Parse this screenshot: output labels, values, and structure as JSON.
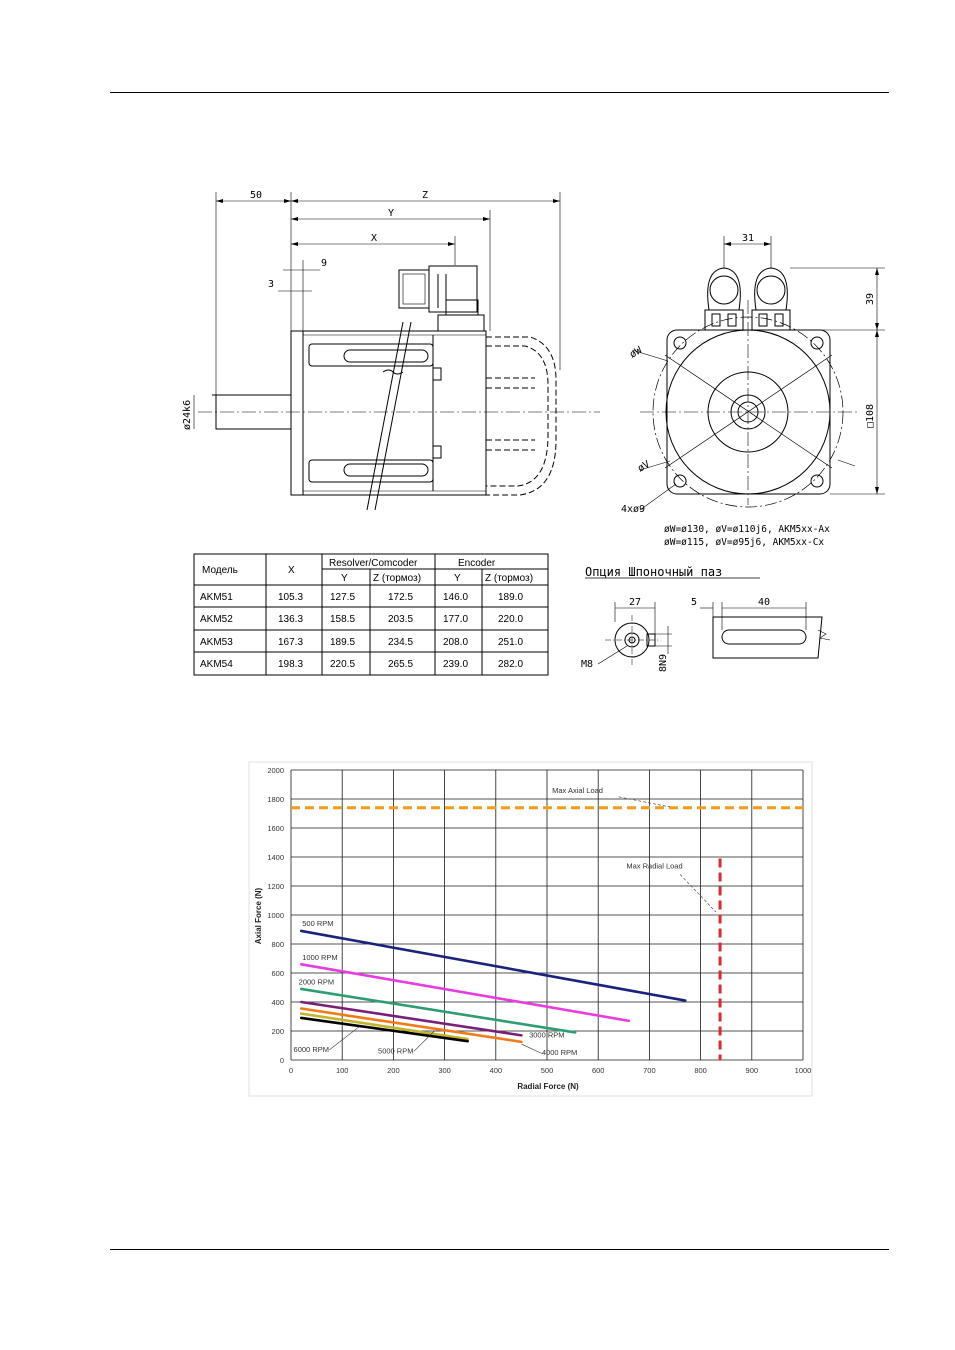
{
  "side_view": {
    "dim_50": "50",
    "dim_z": "Z",
    "dim_y": "Y",
    "dim_x": "X",
    "dim_9": "9",
    "dim_3": "3",
    "shaft_dia": "ø24k6"
  },
  "front_view": {
    "dim_31": "31",
    "dim_39": "39",
    "dim_108": "□108",
    "label_w": "øW",
    "label_v": "øV",
    "holes": "4xø9",
    "note_1": "øW=ø130, øV=ø110j6, AKM5xx-Ax",
    "note_2": "øW=ø115, øV=ø95j6, AKM5xx-Cx"
  },
  "dim_table": {
    "h_model": "Модель",
    "h_x": "X",
    "h_resolver": "Resolver/Comcoder",
    "h_encoder": "Encoder",
    "h_y": "Y",
    "h_z": "Z (тормоз)",
    "rows": [
      [
        "AKM51",
        "105.3",
        "127.5",
        "172.5",
        "146.0",
        "189.0"
      ],
      [
        "AKM52",
        "136.3",
        "158.5",
        "203.5",
        "177.0",
        "220.0"
      ],
      [
        "AKM53",
        "167.3",
        "189.5",
        "234.5",
        "208.0",
        "251.0"
      ],
      [
        "AKM54",
        "198.3",
        "220.5",
        "265.5",
        "239.0",
        "282.0"
      ]
    ]
  },
  "keyway": {
    "title": "Опция Шпоночный паз",
    "dim_27": "27",
    "dim_5": "5",
    "dim_40": "40",
    "dim_m8": "M8",
    "dim_8n9": "8N9"
  },
  "chart_data": {
    "type": "line",
    "xlabel": "Radial Force (N)",
    "ylabel": "Axial Force (N)",
    "xlim": [
      0,
      1000
    ],
    "ylim": [
      0,
      2000
    ],
    "xticks": [
      0,
      100,
      200,
      300,
      400,
      500,
      600,
      700,
      800,
      900,
      1000
    ],
    "yticks": [
      0,
      200,
      400,
      600,
      800,
      1000,
      1200,
      1400,
      1600,
      1800,
      2000
    ],
    "grid": true,
    "series": [
      {
        "name": "500 RPM",
        "color": "#1a237e",
        "x": [
          20,
          770
        ],
        "y": [
          890,
          410
        ]
      },
      {
        "name": "1000 RPM",
        "color": "#e83be0",
        "x": [
          20,
          660
        ],
        "y": [
          660,
          270
        ]
      },
      {
        "name": "2000 RPM",
        "color": "#2e9e72",
        "x": [
          20,
          555
        ],
        "y": [
          490,
          190
        ]
      },
      {
        "name": "3000 RPM",
        "color": "#7b1f7b",
        "x": [
          20,
          450
        ],
        "y": [
          400,
          170
        ]
      },
      {
        "name": "4000 RPM",
        "color": "#f27a1a",
        "x": [
          20,
          450
        ],
        "y": [
          355,
          125
        ]
      },
      {
        "name": "5000 RPM",
        "color": "#c2b52b",
        "x": [
          20,
          345
        ],
        "y": [
          320,
          145
        ]
      },
      {
        "name": "6000 RPM",
        "color": "#000000",
        "x": [
          20,
          345
        ],
        "y": [
          290,
          130
        ]
      }
    ],
    "max_axial_load": {
      "label": "Max Axial Load",
      "y": 1740,
      "color": "#f59a1b"
    },
    "max_radial_load": {
      "label": "Max Radial Load",
      "x": 838,
      "color": "#d32f2f"
    }
  }
}
